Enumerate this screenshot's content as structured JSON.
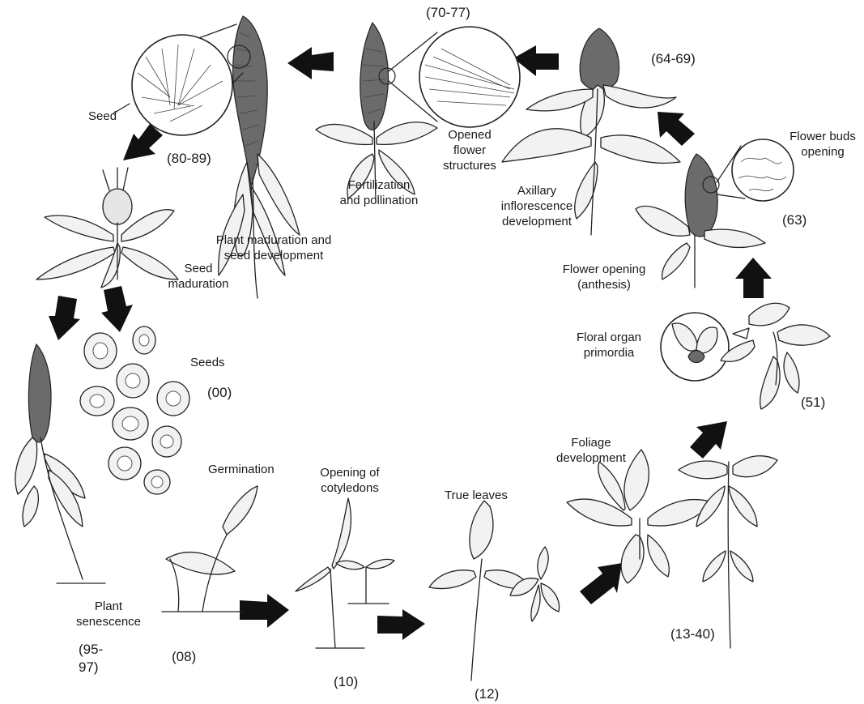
{
  "stages": {
    "seed_label": "Seed",
    "plant_maduration": "Plant maduration and\nseed development",
    "code_80_89": "(80-89)",
    "code_70_77": "(70-77)",
    "fertilization": "Fertilization\nand pollination",
    "opened_flower": "Opened\nflower\nstructures",
    "code_64_69": "(64-69)",
    "axillary": "Axillary\ninflorescence\ndevelopment",
    "flower_buds": "Flower buds\nopening",
    "code_63": "(63)",
    "flower_opening": "Flower opening\n(anthesis)",
    "floral_organ": "Floral organ\nprimordia",
    "code_51": "(51)",
    "seed_maduration": "Seed\nmaduration",
    "seeds": "Seeds",
    "code_00": "(00)",
    "germination": "Germination",
    "code_08": "(08)",
    "opening_cotyledons": "Opening of\ncotyledons",
    "code_10": "(10)",
    "true_leaves": "True leaves",
    "code_12": "(12)",
    "foliage": "Foliage\ndevelopment",
    "code_13_40": "(13-40)",
    "senescence": "Plant\nsenescence",
    "code_95_97": "(95-\n97)"
  },
  "icons": [
    "arrow-icon",
    "magnifier-circle-icon",
    "plant-illustration-icon",
    "seed-icon"
  ]
}
